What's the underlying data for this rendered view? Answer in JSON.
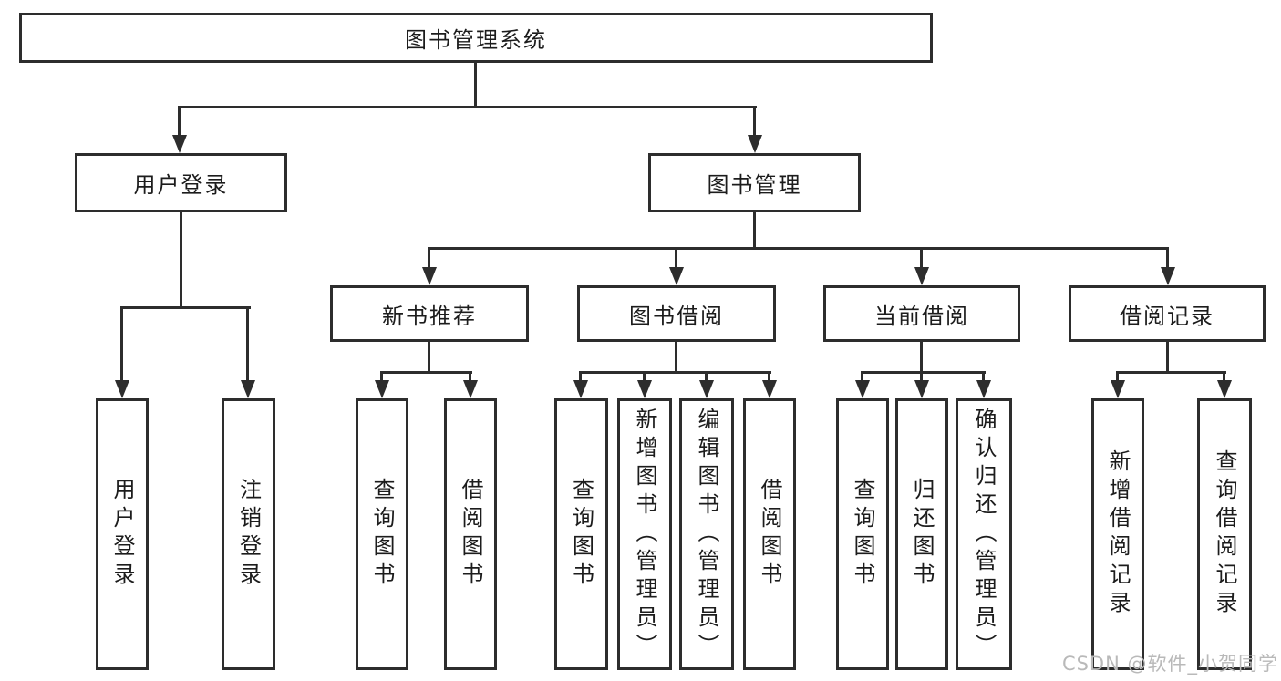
{
  "diagram": {
    "watermark": "CSDN @软件_小贺同学",
    "colors": {
      "line": "#2d2d2d",
      "box_fill": "#ffffff",
      "text": "#1c1c1c",
      "watermark": "#b9b9b9"
    },
    "tree": {
      "root": {
        "label": "图书管理系统"
      },
      "branches": [
        {
          "label": "用户登录",
          "children": [
            {
              "label": "用户登录"
            },
            {
              "label": "注销登录"
            }
          ]
        },
        {
          "label": "图书管理",
          "children": [
            {
              "label": "新书推荐",
              "children": [
                {
                  "label": "查询图书"
                },
                {
                  "label": "借阅图书"
                }
              ]
            },
            {
              "label": "图书借阅",
              "children": [
                {
                  "label": "查询图书"
                },
                {
                  "label": "新增图书（管理员）"
                },
                {
                  "label": "编辑图书（管理员）"
                },
                {
                  "label": "借阅图书"
                }
              ]
            },
            {
              "label": "当前借阅",
              "children": [
                {
                  "label": "查询图书"
                },
                {
                  "label": "归还图书"
                },
                {
                  "label": "确认归还（管理员）"
                }
              ]
            },
            {
              "label": "借阅记录",
              "children": [
                {
                  "label": "新增借阅记录"
                },
                {
                  "label": "查询借阅记录"
                }
              ]
            }
          ]
        }
      ]
    }
  }
}
